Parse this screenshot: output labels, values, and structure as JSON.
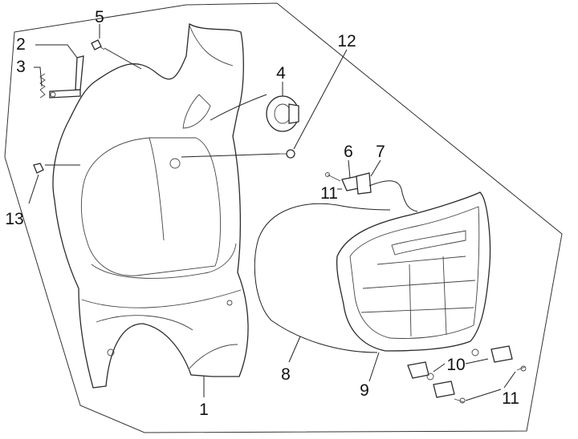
{
  "callouts": {
    "c1": "1",
    "c2": "2",
    "c3": "3",
    "c4": "4",
    "c5": "5",
    "c6": "6",
    "c7": "7",
    "c8": "8",
    "c9": "9",
    "c10": "10",
    "c11a": "11",
    "c11b": "11",
    "c12": "12",
    "c13": "13"
  },
  "colors": {
    "line": "#2a2a2a",
    "background": "#ffffff"
  }
}
